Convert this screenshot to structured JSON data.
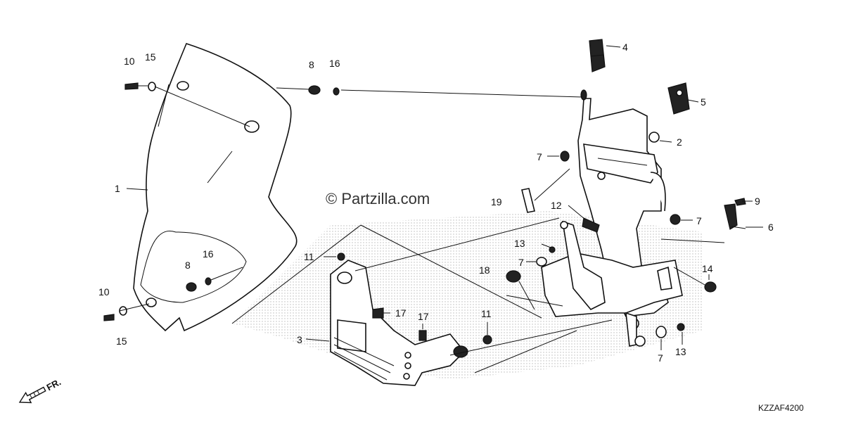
{
  "watermark": "© Partzilla.com",
  "diagram_code": "KZZAF4200",
  "front_indicator": "FR.",
  "callouts": {
    "c1": "1",
    "c2": "2",
    "c3": "3",
    "c4": "4",
    "c5": "5",
    "c6": "6",
    "c7a": "7",
    "c7b": "7",
    "c7c": "7",
    "c7d": "7",
    "c8a": "8",
    "c8b": "8",
    "c9": "9",
    "c10a": "10",
    "c10b": "10",
    "c11a": "11",
    "c11b": "11",
    "c12": "12",
    "c13a": "13",
    "c13b": "13",
    "c14": "14",
    "c15a": "15",
    "c15b": "15",
    "c16a": "16",
    "c16b": "16",
    "c17a": "17",
    "c17b": "17",
    "c18": "18",
    "c19": "19"
  },
  "icons": {
    "front_arrow": "arrow-down-left-icon"
  }
}
